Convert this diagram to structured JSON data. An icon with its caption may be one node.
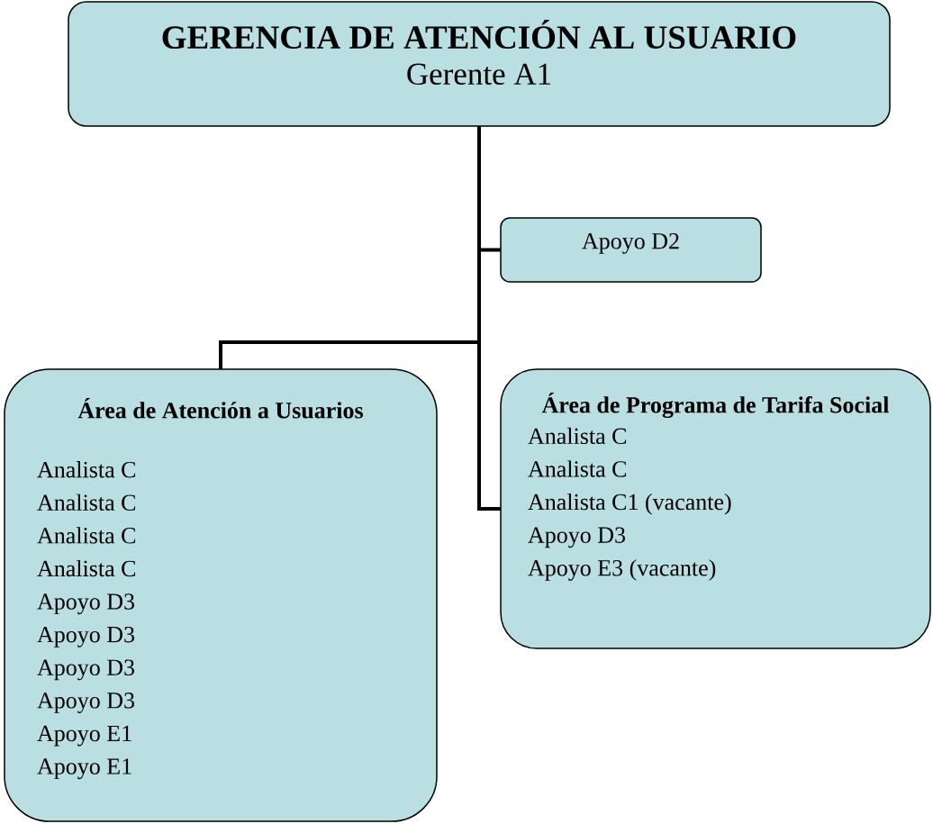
{
  "diagram": {
    "nodes": [
      {
        "text": [
          "GERENCIA DE ATENCIÓN AL USUARIO",
          "Gerente A1"
        ]
      },
      {
        "text": [
          "Apoyo D2"
        ]
      },
      {
        "text": [
          "Área de Atención a Usuarios",
          "Analista C",
          "Analista C",
          "Analista C",
          "Analista C",
          "Apoyo D3",
          "Apoyo D3",
          "Apoyo D3",
          "Apoyo D3",
          "Apoyo E1",
          "Apoyo E1"
        ]
      },
      {
        "text": [
          "Área de Programa de Tarifa Social",
          "Analista C",
          "Analista C",
          "Analista C1 (vacante)",
          "Apoyo D3",
          "Apoyo E3 (vacante)"
        ]
      }
    ],
    "edges": [
      {
        "from": 0,
        "to": 1,
        "arrow": "none"
      },
      {
        "from": 0,
        "to": 2,
        "arrow": "none"
      },
      {
        "from": 0,
        "to": 3,
        "arrow": "none"
      }
    ]
  }
}
